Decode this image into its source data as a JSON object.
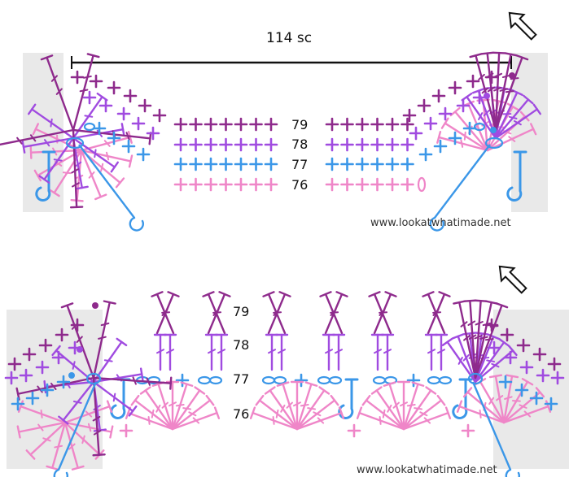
{
  "colors": {
    "row79": "#8e2a8c",
    "row78": "#a04be0",
    "row77": "#3b97e8",
    "row76": "#ef86c8",
    "shade": "#e9e9e9",
    "ink": "#111111"
  },
  "top": {
    "measure_label": "114 sc",
    "row_labels": [
      "79",
      "78",
      "77",
      "76"
    ],
    "watermark": "www.lookatwhatimade.net",
    "arrow_icon": "down-left-arrow-icon"
  },
  "bottom": {
    "row_labels": [
      "79",
      "78",
      "77",
      "76"
    ],
    "watermark": "www.lookatwhatimade.net",
    "arrow_icon": "down-left-arrow-icon"
  },
  "legend_symbols": {
    "single_crochet": "plus-symbol",
    "chain": "oval-symbol",
    "double_crochet": "crossed-post-symbol"
  }
}
